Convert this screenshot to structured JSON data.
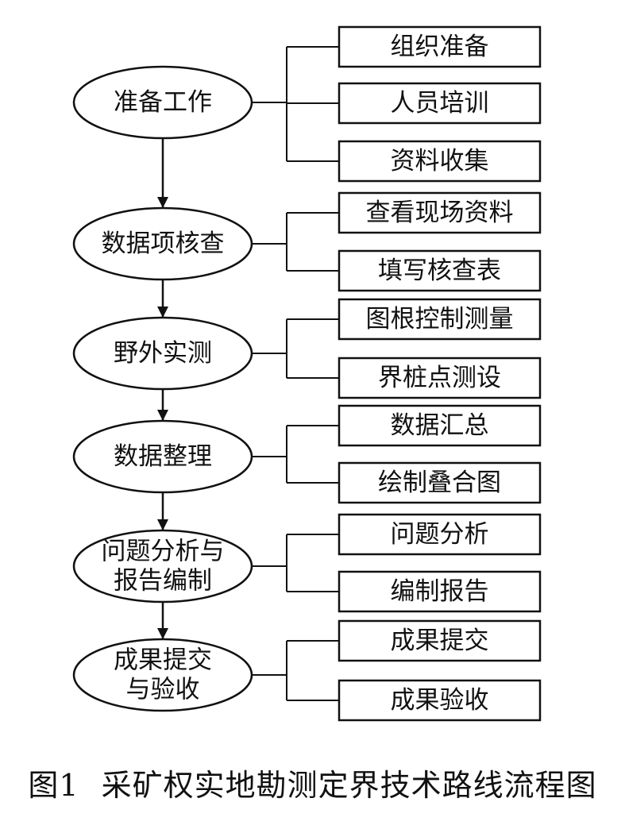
{
  "diagram": {
    "stages": [
      {
        "lines": [
          "准备工作"
        ],
        "tasks": [
          "组织准备",
          "人员培训",
          "资料收集"
        ]
      },
      {
        "lines": [
          "数据项核查"
        ],
        "tasks": [
          "查看现场资料",
          "填写核查表"
        ]
      },
      {
        "lines": [
          "野外实测"
        ],
        "tasks": [
          "图根控制测量",
          "界桩点测设"
        ]
      },
      {
        "lines": [
          "数据整理"
        ],
        "tasks": [
          "数据汇总",
          "绘制叠合图"
        ]
      },
      {
        "lines": [
          "问题分析与",
          "报告编制"
        ],
        "tasks": [
          "问题分析",
          "编制报告"
        ]
      },
      {
        "lines": [
          "成果提交",
          "与验收"
        ],
        "tasks": [
          "成果提交",
          "成果验收"
        ]
      }
    ]
  },
  "caption": {
    "label": "图1",
    "text": "采矿权实地勘测定界技术路线流程图"
  }
}
